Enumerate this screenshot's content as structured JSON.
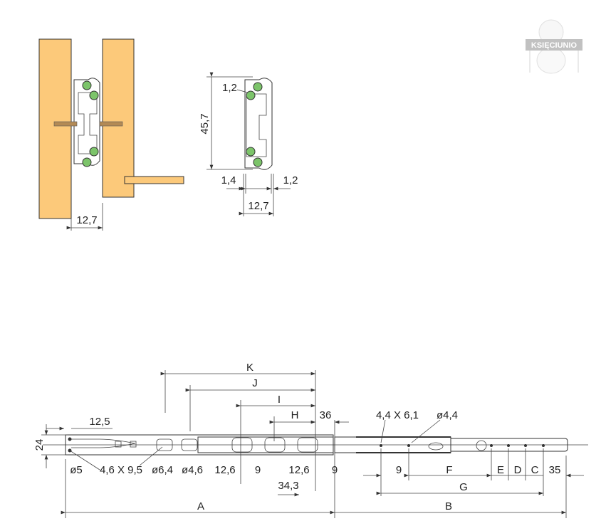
{
  "logo": {
    "text": "KSIĘCIUNIO"
  },
  "side_view": {
    "gap_width": "12,7"
  },
  "profile_view": {
    "height": "45,7",
    "ball_gap": "1,2",
    "left_thickness": "1,4",
    "right_thickness": "1,2",
    "width": "12,7"
  },
  "rail_view": {
    "labels": {
      "K": "K",
      "J": "J",
      "I": "I",
      "H": "H",
      "d36": "36",
      "d12_5": "12,5",
      "d24": "24",
      "hole5": "ø5",
      "slot_4_6x9_5": "4,6 X 9,5",
      "hole6_4": "ø6,4",
      "hole4_6": "ø4,6",
      "d12_6a": "12,6",
      "d9a": "9",
      "d12_6b": "12,6",
      "d9b": "9",
      "d34_3": "34,3",
      "A": "A",
      "B": "B",
      "slot_4_4x6_1": "4,4 X 6,1",
      "hole4_4": "ø4,4",
      "d9c": "9",
      "F": "F",
      "E": "E",
      "D": "D",
      "C": "C",
      "d35": "35",
      "G": "G"
    }
  },
  "colors": {
    "wood": "#fcc97a",
    "ball": "#7cc46a"
  }
}
